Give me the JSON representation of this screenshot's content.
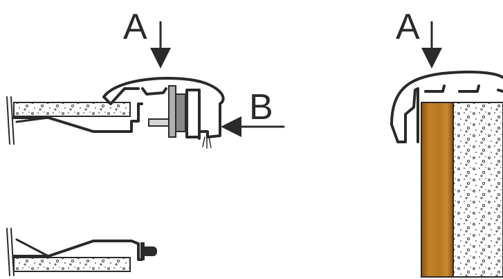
{
  "diagram": {
    "labels": {
      "arrow_a_left": "A",
      "arrow_b": "B",
      "arrow_a_right": "A"
    },
    "colors": {
      "line": "#2a2a2a",
      "wood": "#b8761f",
      "wood_dark": "#8a5210",
      "foam_dots": "#333333",
      "connector": "#9a9a9a"
    }
  }
}
